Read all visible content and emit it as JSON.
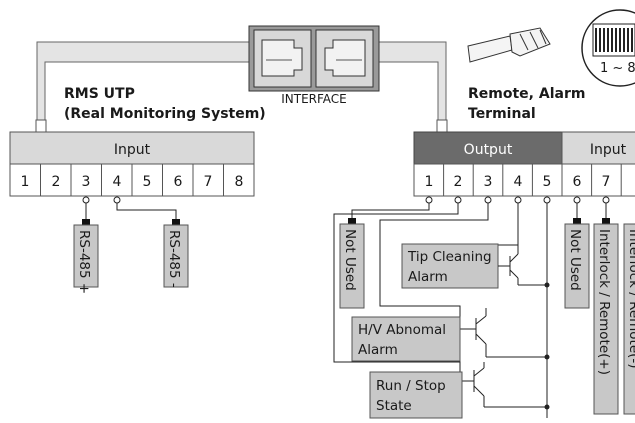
{
  "interface_label": "INTERFACE",
  "left_block": {
    "title_line1": "RMS UTP",
    "title_line2": "(Real Monitoring System)",
    "header": "Input",
    "pins": [
      "1",
      "2",
      "3",
      "4",
      "5",
      "6",
      "7",
      "8"
    ],
    "rs485_plus": "RS-485 +",
    "rs485_minus": "RS-485 -"
  },
  "right_block": {
    "title_line1": "Remote, Alarm",
    "title_line2": "Terminal",
    "output_header": "Output",
    "input_header": "Input",
    "pins": [
      "1",
      "2",
      "3",
      "4",
      "5",
      "6",
      "7"
    ],
    "not_used_1": "Not Used",
    "not_used_2": "Not Used",
    "interlock": "Interlock / Remote(+)",
    "interlock_partial": "Interlock / Remote(-)",
    "tip_cleaning_line1": "Tip Cleaning",
    "tip_cleaning_line2": "Alarm",
    "hv_line1": "H/V Abnomal",
    "hv_line2": "Alarm",
    "run_line1": "Run / Stop",
    "run_line2": "State"
  },
  "connector_range": "1 ~ 8",
  "colors": {
    "header_gray": "#d9d9d9",
    "output_dark": "#6b6b6b",
    "label_box": "#c8c8c8",
    "cable": "#e0e0e0"
  }
}
